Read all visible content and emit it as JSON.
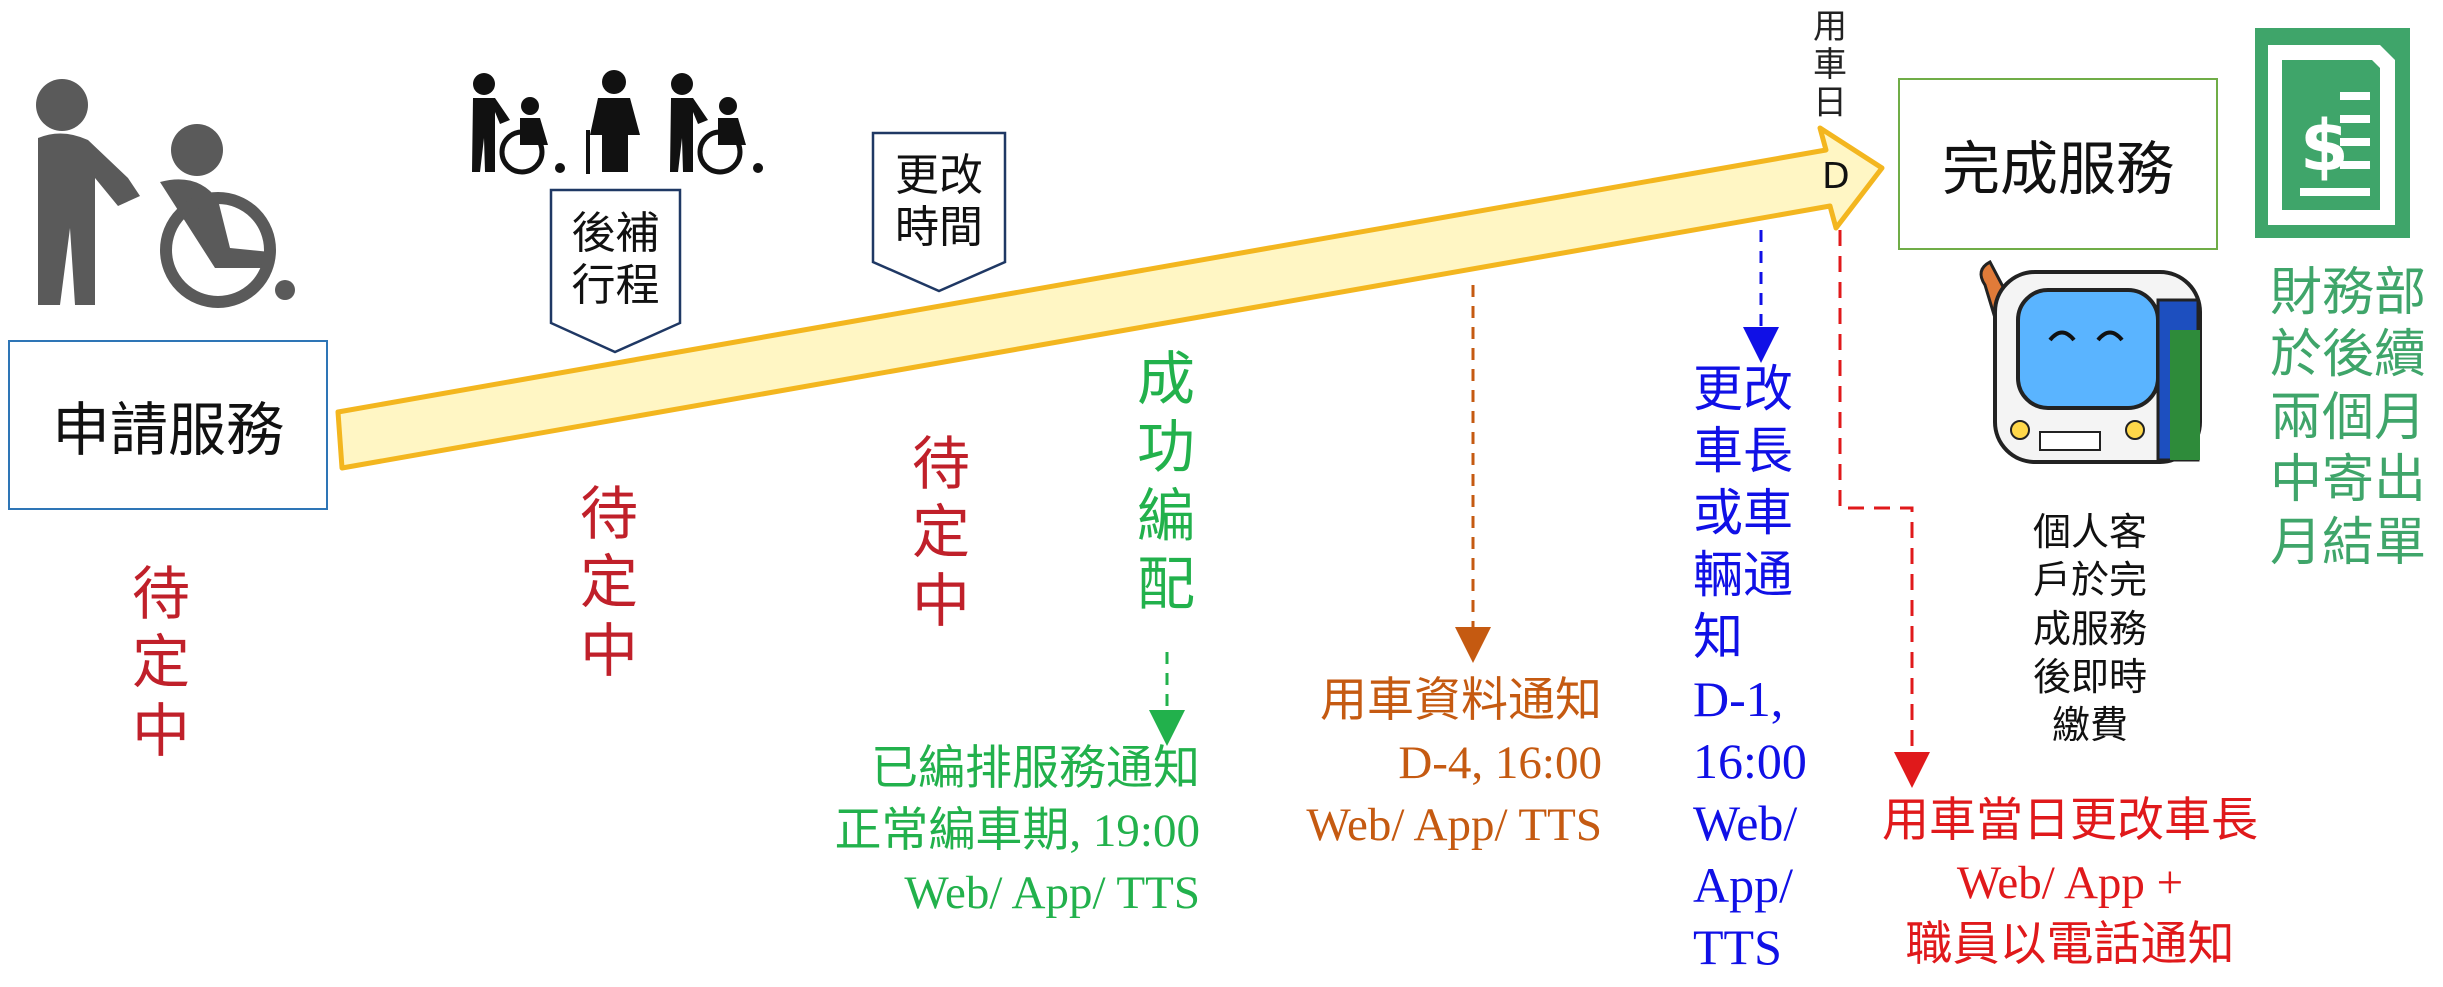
{
  "colors": {
    "arrow_fill": "#fff6c4",
    "arrow_stroke": "#f3b61f",
    "apply_box": "#2e75b6",
    "complete_box": "#70ad47",
    "pending_red": "#c0202a",
    "success_green": "#22b14c",
    "notice_orange": "#c55a11",
    "notice_blue": "#1010e6",
    "sameday_red": "#e0191b",
    "finance_green": "#3fa56a",
    "icon_gray": "#5a5a5a"
  },
  "nodes": {
    "apply": "申請服務",
    "complete": "完成服務",
    "day_marker": "D",
    "use_day_label": "用\n車\n日"
  },
  "flags": {
    "waitlist": "後補\n行程",
    "change_time": "更改\n時間"
  },
  "statuses": {
    "pending_1": "待\n定\n中",
    "pending_2": "待\n定\n中",
    "pending_3": "待\n定\n中",
    "success": "成\n功\n編\n配"
  },
  "notices": {
    "scheduled": {
      "title": "已編排服務通知",
      "time": "正常編車期, 19:00",
      "channels": "Web/ App/ TTS"
    },
    "vehicle_info": {
      "title": "用車資料通知",
      "time": "D-4, 16:00",
      "channels": "Web/ App/ TTS"
    },
    "change_driver": {
      "title": "更改\n車長\n或車\n輛通\n知",
      "time": "D-1,\n16:00",
      "channels": "Web/\nApp/\nTTS"
    },
    "same_day": {
      "title": "用車當日更改車長",
      "line2": "Web/ App +",
      "line3": "職員以電話通知"
    }
  },
  "payment": {
    "personal": "個人客\n戶於完\n成服務\n後即時\n繳費",
    "finance": "財務部\n於後續\n兩個月\n中寄出\n月結單"
  },
  "icons": {
    "caregiver": "caregiver-wheelchair-icon",
    "people_group": "wheelchair-elderly-group-icon",
    "bus": "rehabus-vehicle-icon",
    "invoice": "invoice-dollar-icon"
  }
}
